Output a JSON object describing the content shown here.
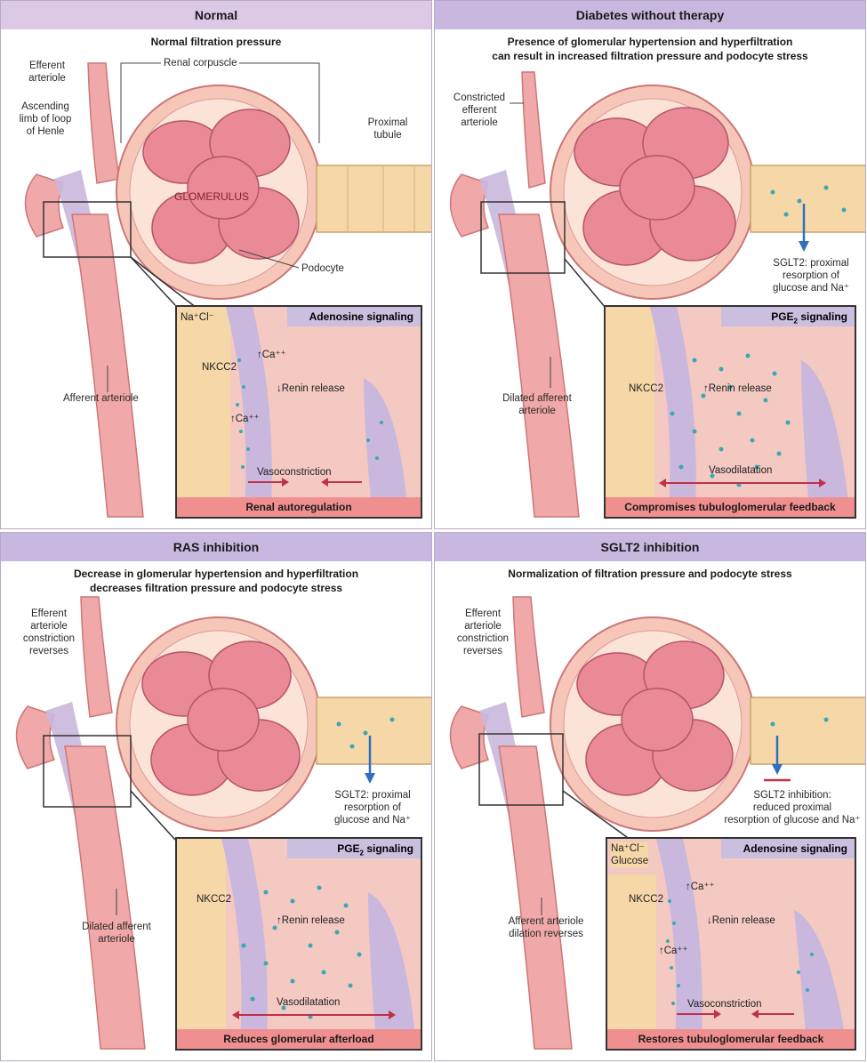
{
  "panels": [
    {
      "title": "Normal",
      "subtitle_lines": [
        "Normal filtration pressure"
      ],
      "labels": {
        "efferent": "Efferent\narteriole",
        "renal_corpuscle": "Renal corpuscle",
        "ascending": "Ascending\nlimb of loop\nof Henle",
        "proximal": "Proximal\ntubule",
        "glomerulus": "GLOMERULUS",
        "podocyte": "Podocyte",
        "afferent": "Afferent arteriole"
      },
      "inset": {
        "header": "Adenosine signaling",
        "footer": "Renal autoregulation",
        "nacl": "Na⁺Cl⁻",
        "nkcc2": "NKCC2",
        "ca1": "↑Ca⁺⁺",
        "ca2": "↑Ca⁺⁺",
        "renin": "↓Renin release",
        "vaso": "Vasoconstriction"
      }
    },
    {
      "title": "Diabetes without therapy",
      "subtitle_lines": [
        "Presence of glomerular hypertension and hyperfiltration",
        "can result in increased filtration pressure and podocyte stress"
      ],
      "labels": {
        "efferent": "Constricted\nefferent\narteriole",
        "sglt2": "SGLT2: proximal\nresorption of\nglucose and Na⁺",
        "afferent": "Dilated afferent\narteriole"
      },
      "inset": {
        "header_main": "PGE",
        "header_sub": "2",
        "header_rest": " signaling",
        "footer": "Compromises tubuloglomerular feedback",
        "nkcc2": "NKCC2",
        "renin": "↑Renin release",
        "vaso": "Vasodilatation"
      }
    },
    {
      "title": "RAS inhibition",
      "subtitle_lines": [
        "Decrease in glomerular hypertension and hyperfiltration",
        "decreases filtration pressure and podocyte stress"
      ],
      "labels": {
        "efferent": "Efferent\narteriole\nconstriction\nreverses",
        "sglt2": "SGLT2: proximal\nresorption of\nglucose and Na⁺",
        "afferent": "Dilated afferent\narteriole"
      },
      "inset": {
        "header_main": "PGE",
        "header_sub": "2",
        "header_rest": " signaling",
        "footer": "Reduces glomerular afterload",
        "nkcc2": "NKCC2",
        "renin": "↑Renin release",
        "vaso": "Vasodilatation"
      }
    },
    {
      "title": "SGLT2 inhibition",
      "subtitle_lines": [
        "Normalization of filtration pressure and podocyte stress"
      ],
      "labels": {
        "efferent": "Efferent\narteriole\nconstriction\nreverses",
        "sglt2": "SGLT2 inhibition:\nreduced proximal\nresorption of glucose and Na⁺",
        "afferent": "Afferent arteriole\ndilation reverses"
      },
      "inset": {
        "header": "Adenosine signaling",
        "footer": "Restores tubuloglomerular feedback",
        "nacl": "Na⁺Cl⁻\nGlucose",
        "nkcc2": "NKCC2",
        "ca1": "↑Ca⁺⁺",
        "ca2": "↑Ca⁺⁺",
        "renin": "↓Renin release",
        "vaso": "Vasoconstriction"
      }
    }
  ],
  "colors": {
    "tissue_pink": "#f0a9a8",
    "glomerulus": "#e98a96",
    "tubule": "#f5d7a8",
    "lilac": "#c9b7dd",
    "arrow_red": "#c0304a",
    "arrow_blue": "#2f6fc0",
    "dot_teal": "#3aa7b8"
  }
}
